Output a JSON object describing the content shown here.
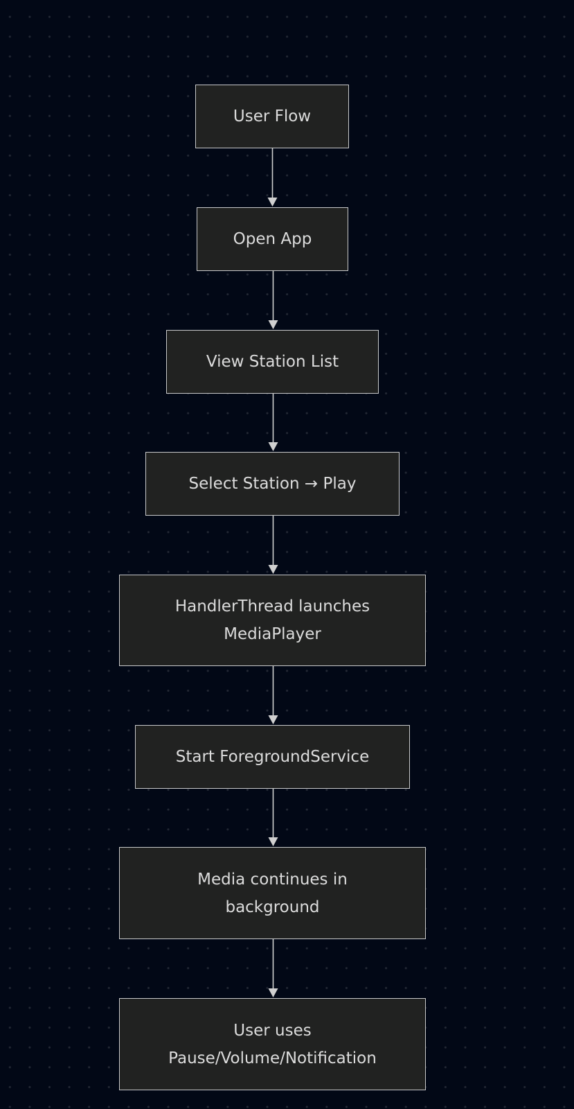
{
  "diagram": {
    "type": "flowchart",
    "direction": "top-down",
    "colors": {
      "background": "#020816",
      "node_fill": "#212221",
      "node_border": "#c9cacb",
      "text": "#dcdcdc",
      "edge": "#d0d0d0"
    },
    "nodes": [
      {
        "id": "user-flow",
        "label": "User Flow"
      },
      {
        "id": "open-app",
        "label": "Open App"
      },
      {
        "id": "view-station-list",
        "label": "View Station List"
      },
      {
        "id": "select-station-play",
        "label": "Select Station → Play"
      },
      {
        "id": "handlerthread-launches",
        "label": "HandlerThread launches MediaPlayer"
      },
      {
        "id": "start-foreground-service",
        "label": "Start ForegroundService"
      },
      {
        "id": "media-continues",
        "label": "Media continues in background"
      },
      {
        "id": "user-uses-controls",
        "label": "User uses Pause/Volume/Notification"
      }
    ],
    "edges": [
      {
        "from": "user-flow",
        "to": "open-app"
      },
      {
        "from": "open-app",
        "to": "view-station-list"
      },
      {
        "from": "view-station-list",
        "to": "select-station-play"
      },
      {
        "from": "select-station-play",
        "to": "handlerthread-launches"
      },
      {
        "from": "handlerthread-launches",
        "to": "start-foreground-service"
      },
      {
        "from": "start-foreground-service",
        "to": "media-continues"
      },
      {
        "from": "media-continues",
        "to": "user-uses-controls"
      }
    ]
  }
}
